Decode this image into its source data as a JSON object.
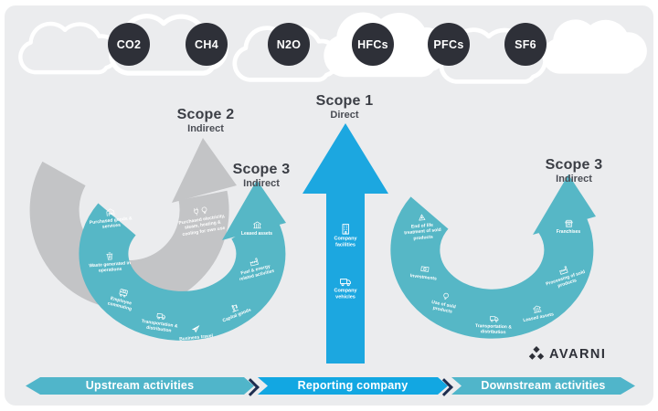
{
  "clouds": {
    "gases": [
      "CO2",
      "CH4",
      "N2O",
      "HFCs",
      "PFCs",
      "SF6"
    ]
  },
  "scopes": {
    "scope2": {
      "title": "Scope 2",
      "subtitle": "Indirect"
    },
    "scope1": {
      "title": "Scope 1",
      "subtitle": "Direct"
    },
    "scope3_upstream": {
      "title": "Scope 3",
      "subtitle": "Indirect"
    },
    "scope3_downstream": {
      "title": "Scope 3",
      "subtitle": "Indirect"
    }
  },
  "scope2_items": [
    {
      "icon": "electricity-icon",
      "label": "Purchased electricity, steam, heating & cooling for own use"
    }
  ],
  "scope1_items": [
    {
      "icon": "company-facilities-icon",
      "label": "Company facilities"
    },
    {
      "icon": "company-vehicles-icon",
      "label": "Company vehicles"
    }
  ],
  "upstream_items": [
    {
      "icon": "warehouse-icon",
      "label": "Purchased goods & services"
    },
    {
      "icon": "trash-icon",
      "label": "Waste generated in operations"
    },
    {
      "icon": "bus-icon",
      "label": "Employee commuting"
    },
    {
      "icon": "truck-icon",
      "label": "Transportation & distribution"
    },
    {
      "icon": "plane-icon",
      "label": "Business travel"
    },
    {
      "icon": "crane-icon",
      "label": "Capital goods"
    },
    {
      "icon": "factory-icon",
      "label": "Fuel & energy related activities"
    },
    {
      "icon": "bank-icon",
      "label": "Leased assets"
    }
  ],
  "downstream_items": [
    {
      "icon": "recycle-icon",
      "label": "End of life treatment of sold products"
    },
    {
      "icon": "cash-icon",
      "label": "Investments"
    },
    {
      "icon": "bulb-icon",
      "label": "Use of sold products"
    },
    {
      "icon": "truck-icon",
      "label": "Transportation & distribution"
    },
    {
      "icon": "bank-icon",
      "label": "Leased assets"
    },
    {
      "icon": "factory-icon",
      "label": "Processing of sold products"
    },
    {
      "icon": "store-icon",
      "label": "Franchises"
    }
  ],
  "footer": {
    "upstream": "Upstream activities",
    "reporting": "Reporting company",
    "downstream": "Downstream activities"
  },
  "brand": {
    "name": "AVARNI"
  },
  "colors": {
    "background": "#EBECEE",
    "scope1_blue": "#1CA7E0",
    "scope3_teal": "#56B7C6",
    "scope2_gray": "#C3C4C6",
    "gas_circle": "#2E3038",
    "footer_blue": "#12A7E2",
    "footer_teal": "#50B5CA",
    "separator_navy": "#1E2D4F"
  }
}
